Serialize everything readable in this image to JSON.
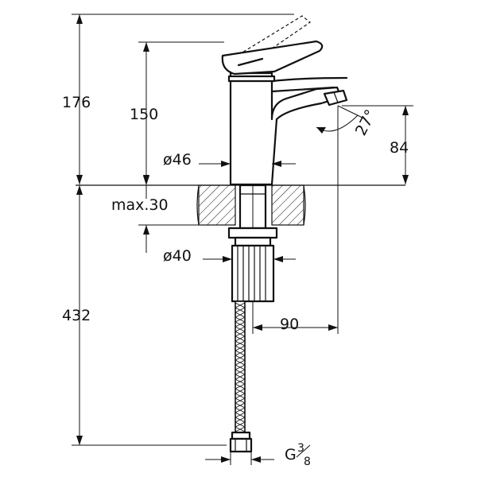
{
  "dimensions": {
    "total_height": "176",
    "spout_height": "150",
    "body_diameter": "ø46",
    "outlet_height": "84",
    "spout_angle": "27°",
    "deck_thickness": "max.30",
    "shank_diameter": "ø40",
    "hose_length": "432",
    "spout_reach": "90",
    "connection_main": "G",
    "connection_num": "3",
    "connection_den": "8"
  }
}
